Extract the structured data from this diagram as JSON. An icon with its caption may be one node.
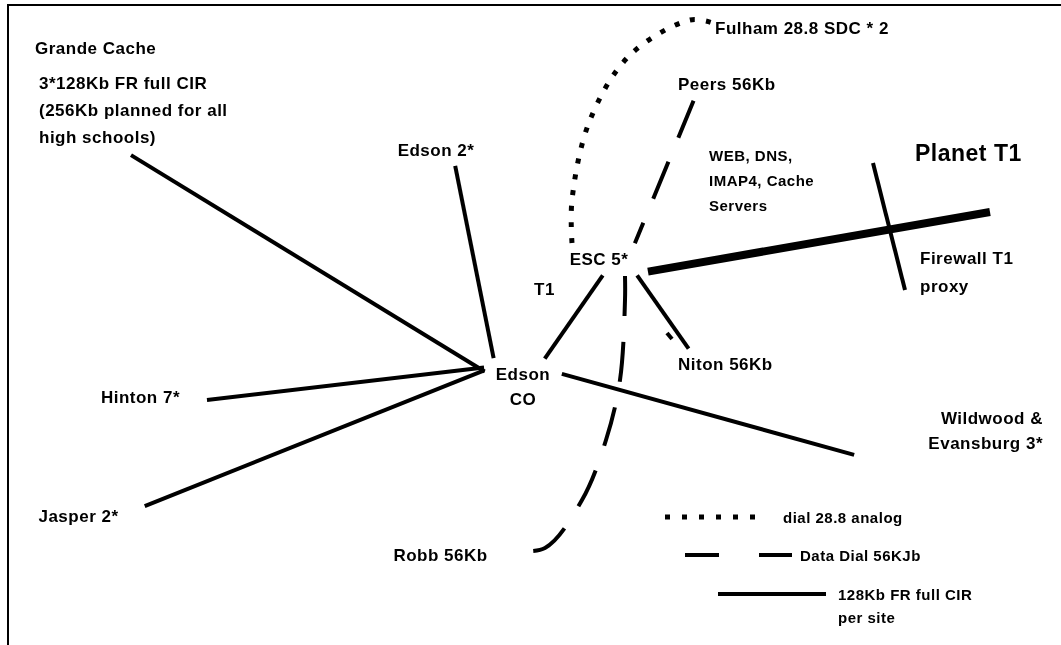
{
  "diagram": {
    "nodes": [
      {
        "text": [
          "Grande Cache",
          "3*128Kb FR full CIR (256Kb planned for all high schools)"
        ]
      },
      {
        "text": [
          "Edson 2*"
        ]
      },
      {
        "text": [
          "ESC 5*"
        ]
      },
      {
        "text": [
          "Edson CO"
        ]
      },
      {
        "text": [
          "Hinton 7*"
        ]
      },
      {
        "text": [
          "Jasper 2*"
        ]
      },
      {
        "text": [
          "Fulham 28.8 SDC * 2"
        ]
      },
      {
        "text": [
          "Peers 56Kb"
        ]
      },
      {
        "text": [
          "Niton 56Kb"
        ]
      },
      {
        "text": [
          "Wildwood & Evansburg 3*"
        ]
      },
      {
        "text": [
          "Robb 56Kb"
        ]
      }
    ],
    "edges": [
      {
        "from": 0,
        "to": 3,
        "arrow": "none"
      },
      {
        "from": 1,
        "to": 3,
        "arrow": "none"
      },
      {
        "from": 4,
        "to": 3,
        "arrow": "none"
      },
      {
        "from": 5,
        "to": 3,
        "arrow": "none"
      },
      {
        "from": 3,
        "to": 2,
        "arrow": "none",
        "label": "T1"
      },
      {
        "from": 3,
        "to": 9,
        "arrow": "none"
      },
      {
        "from": 2,
        "to": null,
        "arrow": "none",
        "style": "thick",
        "label": "Planet T1"
      },
      {
        "from": 2,
        "to": 8,
        "arrow": "none"
      },
      {
        "from": 7,
        "to": 2,
        "arrow": "none",
        "style": "dashed"
      },
      {
        "from": 2,
        "to": 10,
        "arrow": "none",
        "style": "dashed"
      },
      {
        "from": 2,
        "to": 6,
        "arrow": "none",
        "style": "dashed"
      }
    ],
    "labels": [
      "WEB, DNS, IMAP4, Cache Servers",
      "Firewall T1 proxy"
    ],
    "legend": [
      {
        "text": "dial 28.8 analog"
      },
      {
        "text": "Data Dial 56KJb"
      },
      {
        "text": "128Kb FR full CIR per site"
      }
    ]
  }
}
